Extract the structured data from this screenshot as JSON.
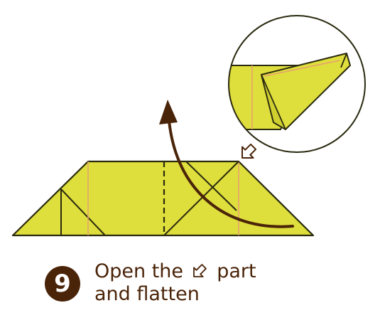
{
  "step": {
    "number": "9",
    "instruction_part1": "Open the",
    "instruction_part2": "part",
    "instruction_line2": "and flatten",
    "icon": "open-arrow-icon"
  },
  "colors": {
    "paper": "#dede3c",
    "outline": "#2a2a10",
    "crease": "#e8a070",
    "arrow": "#4a2409",
    "text": "#4a2409"
  }
}
